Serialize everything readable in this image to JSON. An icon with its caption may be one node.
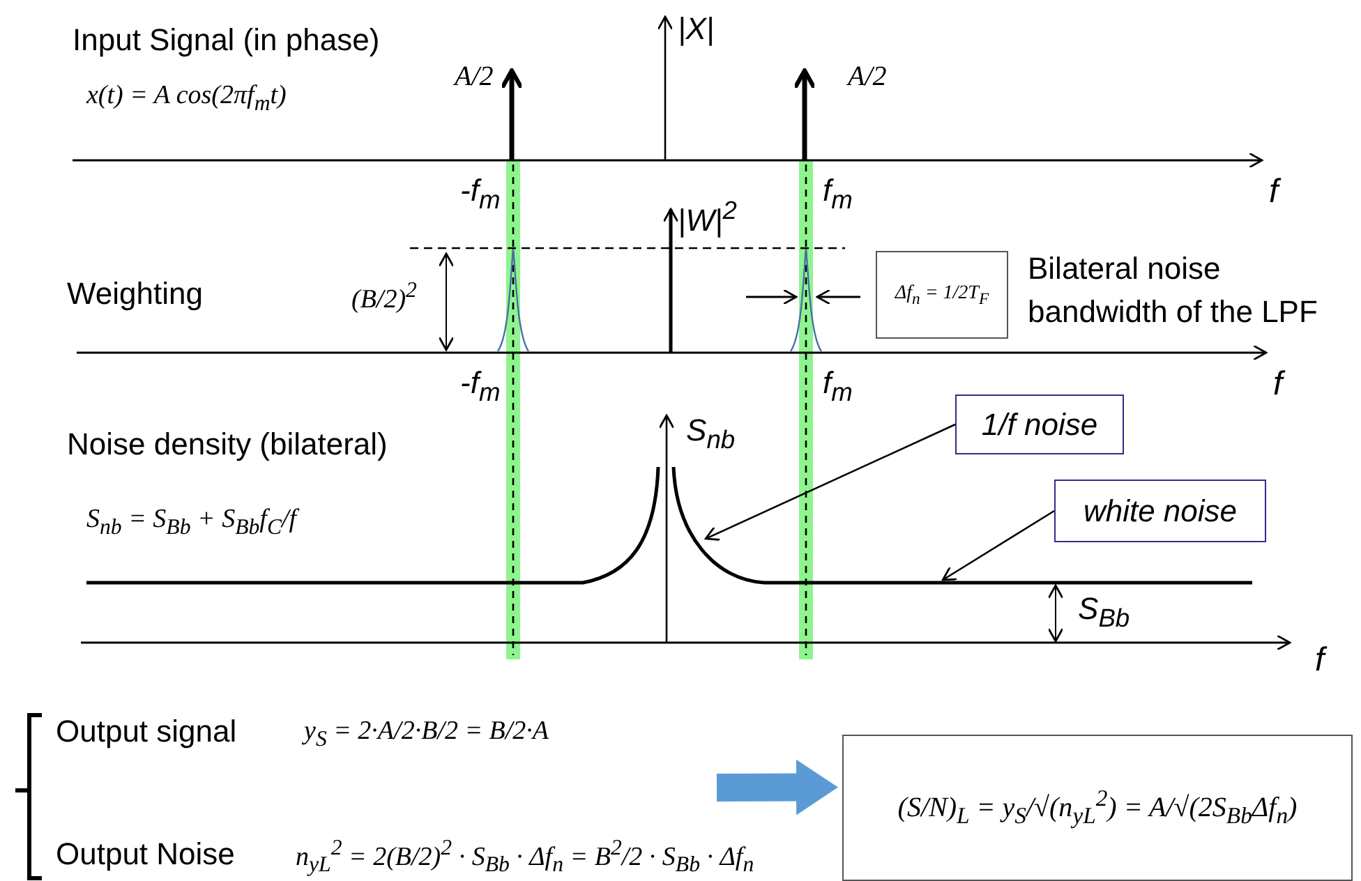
{
  "diagram": {
    "nodes": [
      {
        "text": [
          "Δf$_{n}$ = 1/2T$_{F}$"
        ],
        "beside": [
          "Bilateral noise bandwidth of the LPF"
        ]
      },
      {
        "text": [
          "1/f noise"
        ]
      },
      {
        "text": [
          "white noise"
        ]
      },
      {
        "text": [
          "(S/N)$_{L}$ = y$_{S}$/√(n$_{yL}$$^{2}$) = A/√(2S$_{Bb}$Δf$_{n}$)"
        ]
      },
      {
        "text": [],
        "shape": "curve"
      },
      {
        "text": [],
        "shape": "line"
      }
    ],
    "edges": [
      {
        "from": 1,
        "to": 4,
        "arrow": "to"
      },
      {
        "from": 2,
        "to": 5,
        "arrow": "to"
      },
      {
        "from": null,
        "to": 3,
        "arrow": "to",
        "style": "thick",
        "color": "#5b9bd5"
      }
    ],
    "labels": [
      "Input Signal (in phase)",
      "|X|",
      "x(t) = A cos(2πf$_{m}$t)",
      "A/2",
      "A/2",
      "-f$_{m}$",
      "f$_{m}$",
      "f",
      "|W|$^{2}$",
      "Weighting",
      "(B/2)$^{2}$",
      "-f$_{m}$",
      "f$_{m}$",
      "f",
      "Noise density (bilateral)",
      "S$_{nb}$",
      "S$_{nb}$ = S$_{Bb}$ + S$_{Bb}$f$_{C}$/f",
      "S$_{Bb}$",
      "f",
      "Output signal",
      "y$_{S}$ = 2·A/2·B/2 = B/2·A",
      "Output Noise",
      "n$_{yL}$$^{2}$ = 2(B/2)$^{2}$ · S$_{Bb}$ · Δf$_{n}$ = B$^{2}$/2 · S$_{Bb}$ · Δf$_{n}$"
    ]
  }
}
